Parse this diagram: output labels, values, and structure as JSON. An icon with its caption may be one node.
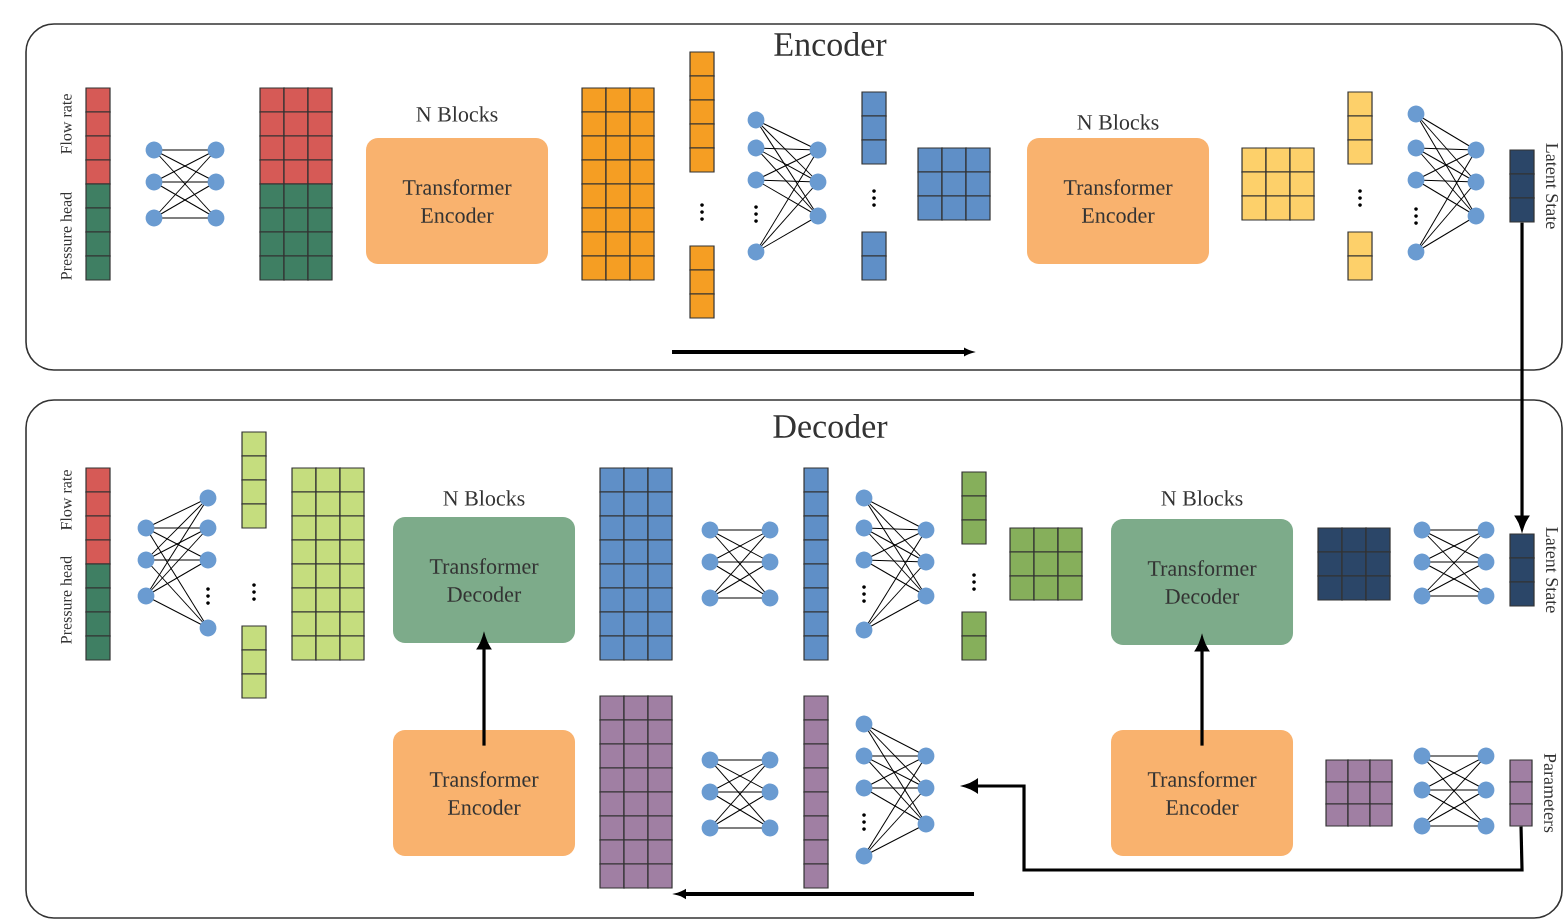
{
  "diagram": {
    "nodes": [
      {
        "text": [
          "Encoder"
        ]
      },
      {
        "text": [
          "N Blocks",
          "Transformer Encoder"
        ],
        "in": 0
      },
      {
        "text": [
          "N Blocks",
          "Transformer Encoder"
        ],
        "in": 0
      },
      {
        "text": [
          "Latent State"
        ],
        "in": 0
      },
      {
        "text": [
          "Decoder"
        ]
      },
      {
        "text": [
          "N Blocks",
          "Transformer Decoder"
        ],
        "in": 4
      },
      {
        "text": [
          "Transformer Encoder"
        ],
        "in": 4
      },
      {
        "text": [
          "N Blocks",
          "Transformer Decoder"
        ],
        "in": 4
      },
      {
        "text": [
          "Transformer Encoder"
        ],
        "in": 4
      },
      {
        "text": [
          "Latent State"
        ],
        "in": 4
      },
      {
        "text": [
          "Parameters"
        ],
        "in": 4
      }
    ],
    "edges": [
      {
        "from": 3,
        "to": 9,
        "arrow": "to"
      },
      {
        "from": 6,
        "to": 5,
        "arrow": "to"
      },
      {
        "from": 8,
        "to": 7,
        "arrow": "to"
      },
      {
        "from": 10,
        "to": null,
        "arrow": "to"
      }
    ],
    "labels": [
      "Pressure head",
      "Flow rate",
      "Pressure head",
      "Flow rate"
    ]
  }
}
